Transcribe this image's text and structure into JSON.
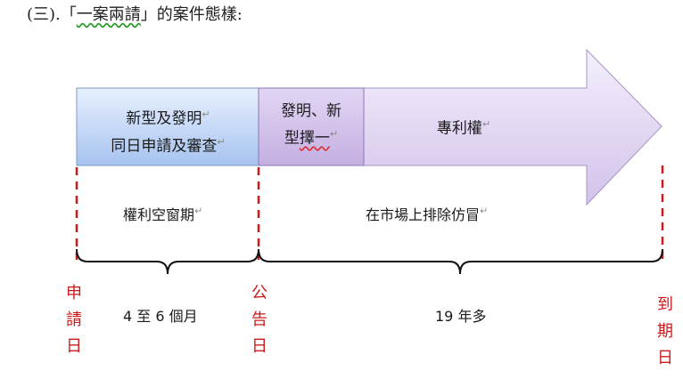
{
  "heading": {
    "prefix": "(三).「",
    "underlined": "一案兩請",
    "suffix": "」的案件態樣:"
  },
  "boxes": {
    "left": {
      "line1": "新型及發明",
      "line2": "同日申請及審查"
    },
    "middle": {
      "line1": "發明、新",
      "line2_a": "型",
      "line2_b": "擇一"
    },
    "arrow_label": "專利權"
  },
  "periods": {
    "gap": "權利空窗期",
    "market": "在市場上排除仿冒"
  },
  "durations": {
    "first": "4 至 6 個月",
    "second": "19 年多"
  },
  "milestones": {
    "filing": [
      "申",
      "請",
      "日"
    ],
    "publication": [
      "公",
      "告",
      "日"
    ],
    "expiry": [
      "到",
      "期",
      "日"
    ]
  },
  "paragraph_mark": "↵",
  "colors": {
    "milestone_red": "#cc1a1a",
    "left_box_top": "#e6efff",
    "left_box_bottom": "#a9c6f0",
    "middle_box": "#c9b6e4",
    "arrow_top": "#f3eefb",
    "arrow_bottom": "#d3c3ea"
  }
}
